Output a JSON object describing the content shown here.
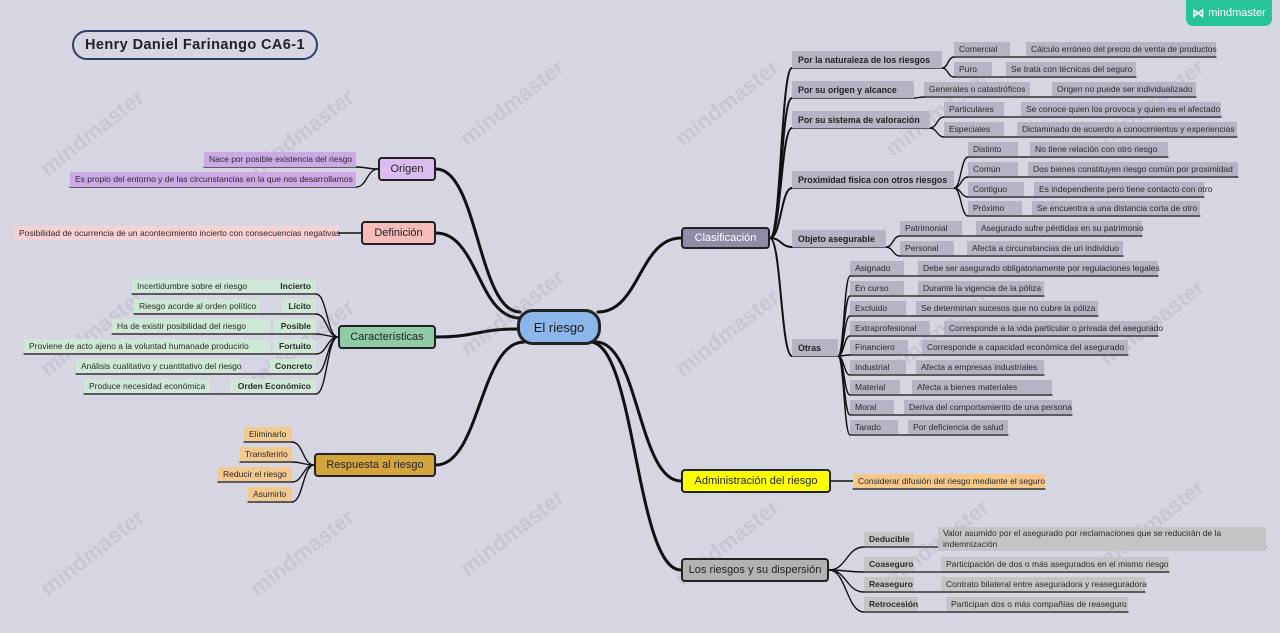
{
  "title": "Henry Daniel Farinango CA6-1",
  "brand": "mindmaster",
  "watermark": "mindmaster",
  "center": "El riesgo",
  "left": {
    "origen": {
      "label": "Origen",
      "items": [
        "Nace por posible existencia del riesgo",
        "Es propio del entorno y de las circunstancias en la que nos desarrollamos"
      ]
    },
    "definicion": {
      "label": "Definición",
      "items": [
        "Posibilidad de ocurrencia de un acontecimiento incierto con consecuencias negativas"
      ]
    },
    "caracteristicas": {
      "label": "Características",
      "items": [
        {
          "name": "Incierto",
          "desc": "Incertidumbre sobre el riesgo"
        },
        {
          "name": "Lícito",
          "desc": "Riesgo acorde al orden político"
        },
        {
          "name": "Posible",
          "desc": "Ha de existir posibilidad del riesgo"
        },
        {
          "name": "Fortuito",
          "desc": "Proviene de acto ajeno a la voluntad humanade producirlo"
        },
        {
          "name": "Concreto",
          "desc": "Análisis cualitativo y cuantitativo del riesgo"
        },
        {
          "name": "Orden Económico",
          "desc": "Produce necesidad económica"
        }
      ]
    },
    "respuesta": {
      "label": "Respuesta al riesgo",
      "items": [
        "Eliminarlo",
        "Transferirlo",
        "Reducir el riesgo",
        "Asumirlo"
      ]
    }
  },
  "right": {
    "clasificacion": {
      "label": "Clasificación",
      "groups": [
        {
          "name": "Por la naturaleza de los riesgos",
          "items": [
            {
              "term": "Comercial",
              "desc": "Cálculo erróneo del precio de venta de productos"
            },
            {
              "term": "Puro",
              "desc": "Se trata con técnicas del seguro"
            }
          ]
        },
        {
          "name": "Por su origen y alcance",
          "items": [
            {
              "term": "Generales o catastróficos",
              "desc": "Origen no puede ser individualizado"
            }
          ]
        },
        {
          "name": "Por su sistema de valoración",
          "items": [
            {
              "term": "Particulares",
              "desc": "Se conoce quien los provoca y quien es el afectado"
            },
            {
              "term": "Especiales",
              "desc": "Dictaminado de acuerdo a conocimientos y experiencias"
            }
          ]
        },
        {
          "name": "Proximidad física con otros riesgos",
          "items": [
            {
              "term": "Distinto",
              "desc": "No tiene relación con otro riesgo"
            },
            {
              "term": "Común",
              "desc": "Dos bienes constituyen riesgo común por proximidad"
            },
            {
              "term": "Contiguo",
              "desc": "Es independiente pero tiene contacto con otro"
            },
            {
              "term": "Próximo",
              "desc": "Se encuentra a una distancia corta de otro"
            }
          ]
        },
        {
          "name": "Objeto asegurable",
          "items": [
            {
              "term": "Patrimonial",
              "desc": "Asegurado sufre pérdidas en su patrimonio"
            },
            {
              "term": "Personal",
              "desc": "Afecta a circunstancias de un individuo"
            }
          ]
        },
        {
          "name": "Otras",
          "items": [
            {
              "term": "Asignado",
              "desc": "Debe ser asegurado obligatoriamente por regulaciones legales"
            },
            {
              "term": "En curso",
              "desc": "Durante la vigencia de la póliza"
            },
            {
              "term": "Excluido",
              "desc": "Se determinan sucesos que no cubre la póliza"
            },
            {
              "term": "Extraprofesional",
              "desc": "Corresponde a la vida particular o privada del asegurado"
            },
            {
              "term": "Financiero",
              "desc": "Corresponde a capacidad económica del asegurado"
            },
            {
              "term": "Industrial",
              "desc": "Afecta a empresas industriales"
            },
            {
              "term": "Material",
              "desc": "Afecta a bienes materiales"
            },
            {
              "term": "Moral",
              "desc": "Deriva del comportamiento de una persona"
            },
            {
              "term": "Tarado",
              "desc": "Por deficiencia de salud"
            }
          ]
        }
      ]
    },
    "administracion": {
      "label": "Administración del riesgo",
      "items": [
        "Considerar difusión del riesgo mediante el seguro"
      ]
    },
    "dispersion": {
      "label": "Los riesgos y su dispersión",
      "items": [
        {
          "term": "Deducible",
          "desc": "Valor asumido por el asegurado por reclamaciones que se reducirán de la indemnización"
        },
        {
          "term": "Coaseguro",
          "desc": "Participación de dos o más asegurados en el mismo riesgo"
        },
        {
          "term": "Reaseguro",
          "desc": "Contrato bilateral entre aseguradora y reaseguradora"
        },
        {
          "term": "Retrocesión",
          "desc": "Participan dos o más compañías de reaseguro"
        }
      ]
    }
  },
  "colors": {
    "background": "#d6d6e2",
    "center": "#8ab6ea",
    "origen": "#dcbcf0",
    "origen_items": "#cda8e6",
    "definicion": "#f6bcbc",
    "definicion_items": "#f8d2d2",
    "caracteristicas": "#8fcca6",
    "caracteristicas_items": "#cfe8d6",
    "respuesta": "#d4a43c",
    "respuesta_items": "#f2c98e",
    "clasificacion": "#8d8daa",
    "gray_items": "#b4b4c4",
    "administracion": "#ffff00",
    "administracion_items": "#f6c98a",
    "dispersion": "#b2b2b2",
    "dispersion_items": "#c4c4c4"
  }
}
